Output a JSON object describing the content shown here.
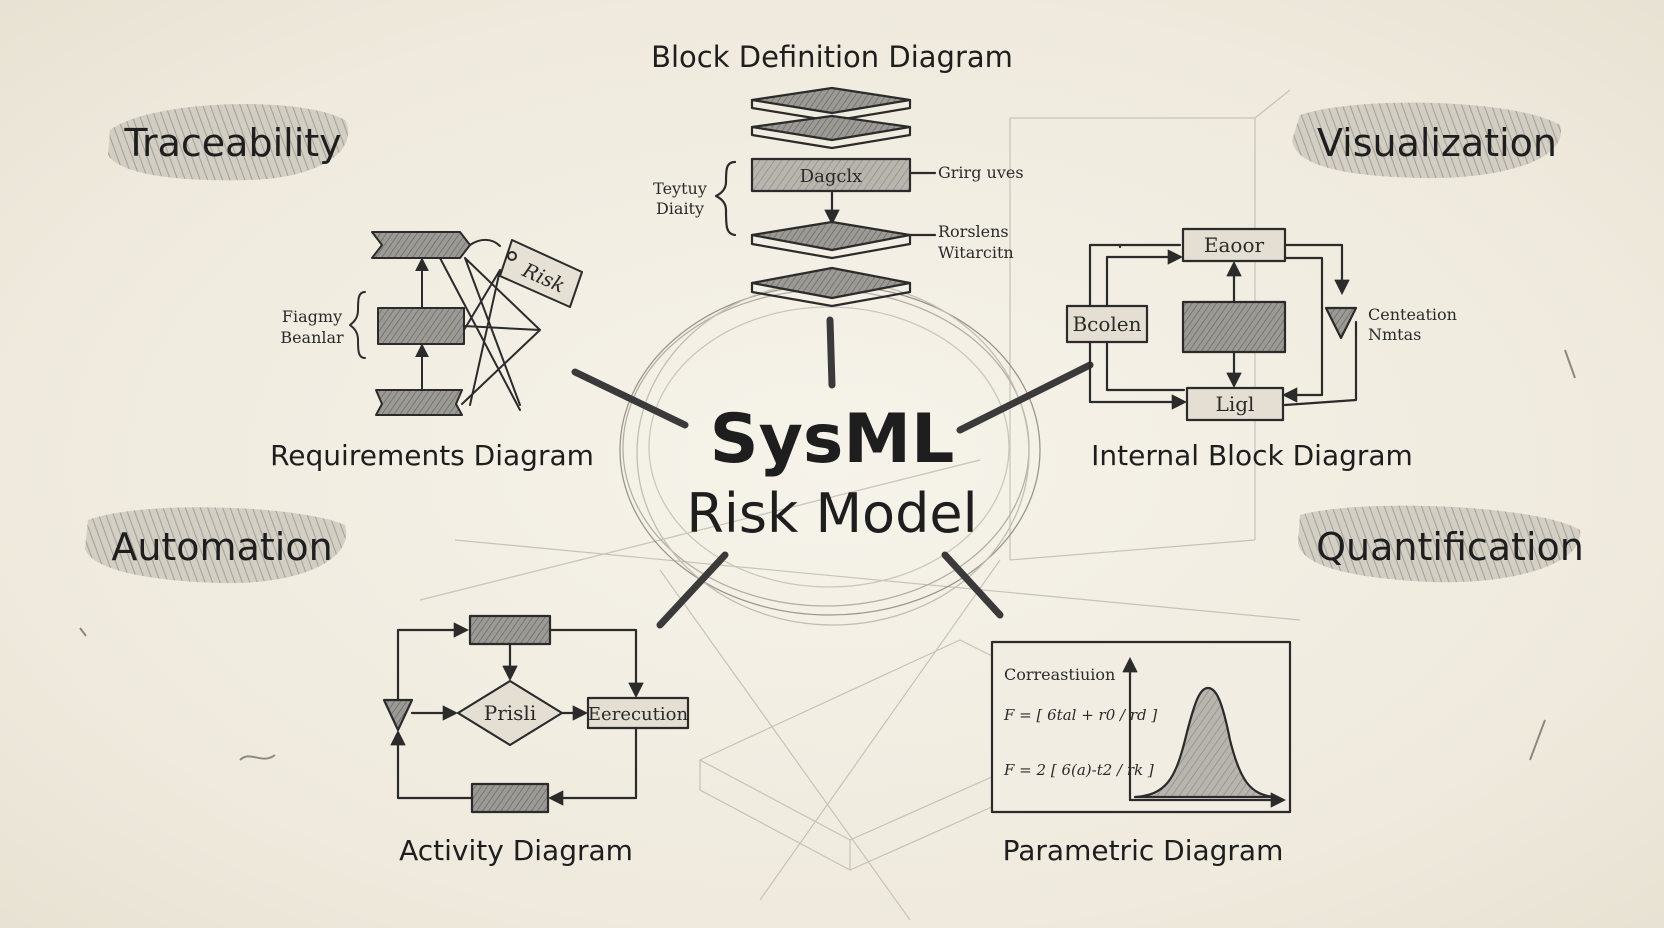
{
  "center": {
    "line1": "SysML",
    "line2": "Risk Model"
  },
  "themes": {
    "traceability": "Traceability",
    "visualization": "Visualization",
    "automation": "Automation",
    "quantification": "Quantification"
  },
  "diagrams": {
    "bdd": {
      "title": "Block Definition Diagram",
      "box_label": "Dagclx",
      "left_note_1": "Teytuy",
      "left_note_2": "Diaity",
      "right_note_1": "Grirg uves",
      "right_note_2": "Rorslens",
      "right_note_3": "Witarcitn"
    },
    "requirements": {
      "title": "Requirements Diagram",
      "tag_label": "Risk",
      "side_note_1": "Fiagmy",
      "side_note_2": "Beanlar"
    },
    "ibd": {
      "title": "Internal Block Diagram",
      "top_block": "Eaoor",
      "left_block": "Bcolen",
      "bottom_block": "Ligl",
      "side_note_1": "Centeation",
      "side_note_2": "Nmtas"
    },
    "activity": {
      "title": "Activity Diagram",
      "decision": "Prisli",
      "action": "Eerecution"
    },
    "parametric": {
      "title": "Parametric Diagram",
      "heading": "Correastiuion",
      "eq1": "F = [ 6tal + r0 / rd ]",
      "eq2": "F = 2 [ 6(a)-t2 / rk ]"
    }
  }
}
